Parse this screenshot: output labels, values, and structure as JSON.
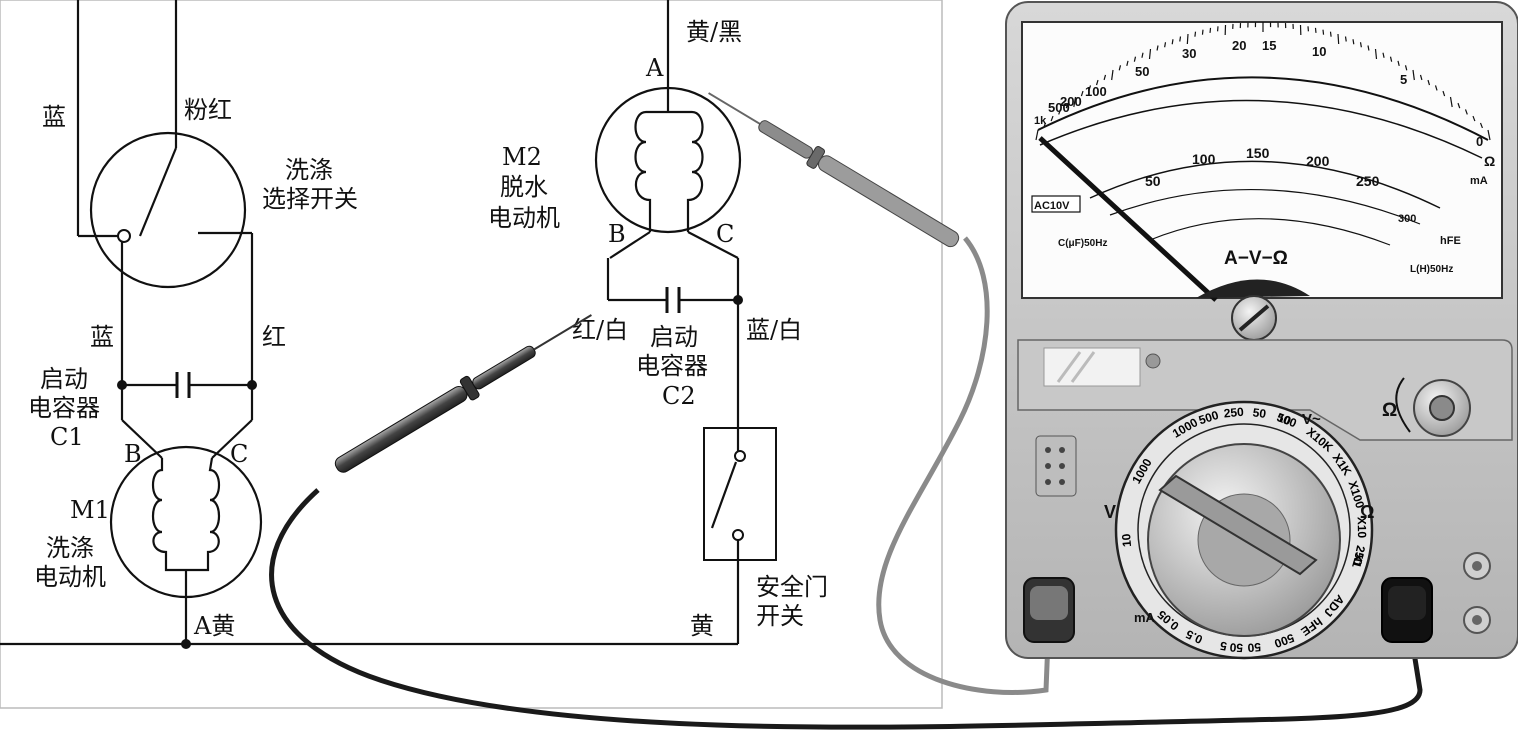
{
  "circuit": {
    "wash_switch": {
      "title_line1": "洗涤",
      "title_line2": "选择开关"
    },
    "wires": {
      "top_left": "蓝",
      "top_pink": "粉红",
      "left_blue": "蓝",
      "right_red": "红",
      "top_m2": "黄/黑",
      "m2_red_white": "红/白",
      "m2_blue_white": "蓝/白",
      "bottom_yellow": "黄"
    },
    "c1": {
      "line1": "启动",
      "line2": "电容器",
      "name": "C1"
    },
    "m1": {
      "name": "M1",
      "line1": "洗涤",
      "line2": "电动机",
      "term_b": "B",
      "term_c": "C",
      "term_a": "A黄"
    },
    "m2": {
      "name": "M2",
      "line1": "脱水",
      "line2": "电动机",
      "term_a": "A",
      "term_b": "B",
      "term_c": "C"
    },
    "c2": {
      "line1": "启动",
      "line2": "电容器",
      "name": "C2"
    },
    "door_switch": {
      "line1": "安全门",
      "line2": "开关"
    }
  },
  "meter": {
    "scale_title": "A−V−Ω",
    "ac10v": "AC10V",
    "cap_label": "C(μF)50Hz",
    "ind_label": "L(H)50Hz",
    "ohm_scale": [
      "1k",
      "500",
      "200",
      "100",
      "50",
      "30",
      "20",
      "15",
      "10",
      "5",
      "0"
    ],
    "mid_scale": [
      "50",
      "100",
      "150",
      "200",
      "250"
    ],
    "hfe_scale": [
      "300",
      "hFE"
    ],
    "unit_omega": "Ω",
    "unit_ma": "mA",
    "dial_v_dc": "V",
    "dial_v_ac": "V~",
    "dial_omega": "Ω",
    "dial_ma": "mA",
    "dial_ranges_acv": [
      "1000",
      "500",
      "250",
      "50",
      "10"
    ],
    "dial_ranges_dcv": [
      "1000",
      "500",
      "250",
      "50",
      "10"
    ],
    "dial_ranges_ohm": [
      "X10K",
      "X1K",
      "X100",
      "X10",
      "X1"
    ],
    "dial_ranges_ma": [
      "0.05",
      "0.5",
      "5",
      "50",
      "500",
      "hFE",
      "ADJ"
    ],
    "adjust_label": "Ω"
  }
}
